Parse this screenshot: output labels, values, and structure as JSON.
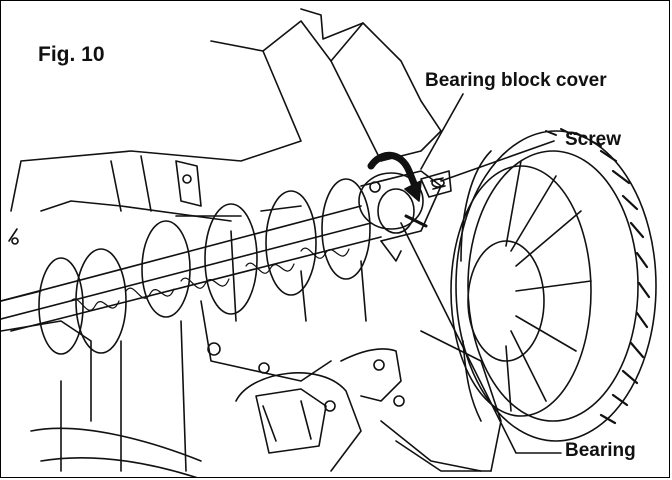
{
  "figure": {
    "title": "Fig. 10",
    "callouts": {
      "bearing_block_cover": "Bearing block cover",
      "screw": "Screw",
      "bearing": "Bearing"
    }
  },
  "colors": {
    "line": "#111111",
    "background": "#ffffff",
    "shade": "#222222"
  }
}
